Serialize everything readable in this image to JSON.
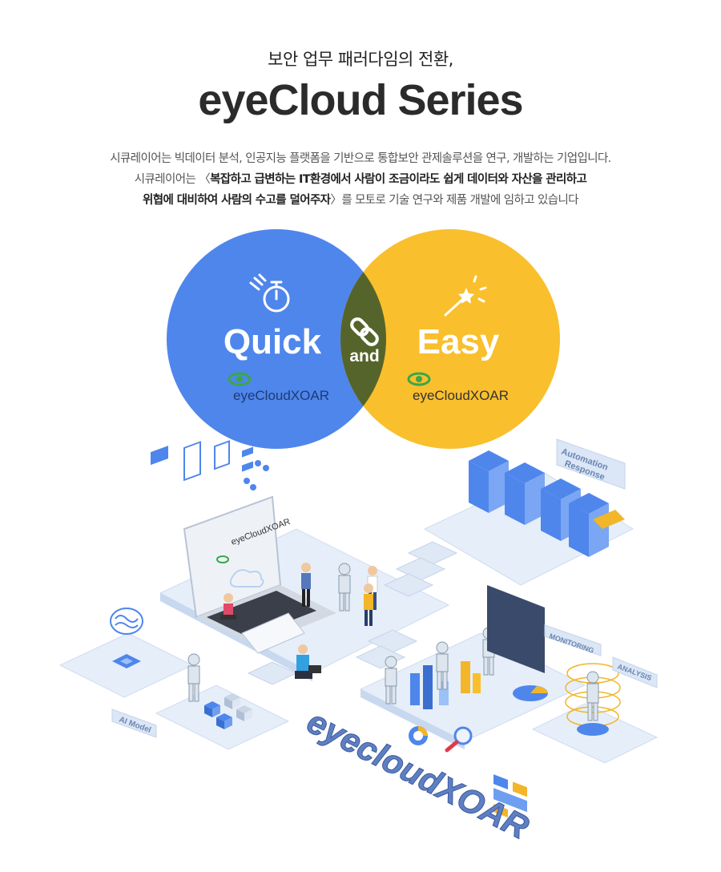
{
  "header": {
    "subtitle": "보안 업무 패러다임의 전환,",
    "title": "eyeCloud Series",
    "desc_line1": "시큐레이어는 빅데이터 분석, 인공지능 플랫폼을 기반으로 통합보안 관제솔루션을 연구, 개발하는 기업입니다.",
    "desc_line2_pre": "시큐레이어는 〈",
    "desc_line2_bold": "복잡하고 급변하는 IT환경에서 사람이 조금이라도 쉽게 데이터와 자산을 관리하고",
    "desc_line3_bold": "위협에 대비하여 사람의 수고를 덜어주자",
    "desc_line3_post": "〉를 모토로 기술 연구와 제품 개발에 임하고 있습니다"
  },
  "venn": {
    "left_label": "Quick",
    "right_label": "Easy",
    "center_label": "and",
    "left_logo": "eyeCloudXOAR",
    "right_logo": "eyeCloudXOAR",
    "left_icon": "stopwatch-icon",
    "right_icon": "magic-wand-icon",
    "center_icon": "link-icon",
    "colors": {
      "left": "#4f86ec",
      "right": "#f9bf2c",
      "overlap": "#55642a",
      "logo_green": "#3aa64a"
    }
  },
  "illustration": {
    "laptop_logo": "eyeCloudXOAR",
    "tag_automation": "Automation",
    "tag_response": "Response",
    "tag_monitoring": "MONITORING",
    "tag_analysis": "ANALYSIS",
    "tag_ai_model": "AI Model",
    "floor_text": "eyecloudXOAR"
  }
}
